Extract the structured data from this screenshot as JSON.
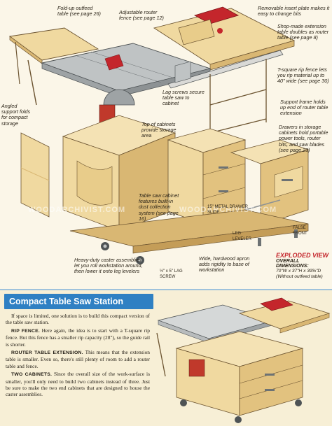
{
  "callouts": {
    "foldup": "Fold-up outfeed table (see page 26)",
    "adjustable_fence": "Adjustable router fence (see page 12)",
    "insert_plate": "Removable insert plate makes it easy to change bits",
    "extension_table": "Shop-made extension table doubles as router table (see page 8)",
    "tsquare": "T-square rip fence lets you rip material up to 40\" wide (see page 30)",
    "lag_screws": "Lag screws secure table saw to cabinet",
    "support_frame": "Support frame holds up end of router table extension",
    "angled_support": "Angled support folds for compact storage",
    "top_cabinets": "Top of cabinets provide storage area",
    "drawers": "Drawers in storage cabinets hold portable power tools, router bits, and saw blades (see page 23)",
    "saw_cabinet": "Table saw cabinet features built-in dust collection system (see page 16)",
    "drawer_slide": "15\" METAL DRAWER SLIDE",
    "leg_leveler": "LEG LEVELER",
    "false_front": "FALSE FRONT",
    "lag_screw_size": "½\" x 5\" LAG SCREW",
    "casters": "Heavy-duty caster assemblies let you roll workstation around, then lower it onto leg levelers",
    "apron": "Wide, hardwood apron adds rigidity to base of workstation"
  },
  "exploded": {
    "title": "EXPLODED VIEW",
    "dims_label": "OVERALL DIMENSIONS:",
    "dims_value": "70\"W x 37\"H x 39⅝\"D",
    "dims_note": "(Without outfeed table)"
  },
  "watermark": "WOODARCHIVIST.COM",
  "article": {
    "heading": "Compact Table Saw Station",
    "intro": "If space is limited, one solution is to build this compact version of the table saw station.",
    "rip_head": "RIP FENCE.",
    "rip_text": "Here again, the idea is to start with a T-square rip fence. But this fence has a smaller rip capacity (28\"), so the guide rail is shorter.",
    "router_head": "ROUTER TABLE EXTENSION.",
    "router_text": "This means that the extension table is smaller. Even so, there's still plenty of room to add a router table and fence.",
    "cab_head": "TWO CABINETS.",
    "cab_text": "Since the overall size of the work-surface is smaller, you'll only need to build two cabinets instead of three. Just be sure to make the two end cabinets that are designed to house the caster assemblies."
  },
  "colors": {
    "wood": "#f0d9a0",
    "wood_dark": "#d9b773",
    "steel": "#bfc3c4",
    "steel_dark": "#8d9294",
    "red": "#c4262c",
    "blue": "#2f80c3"
  }
}
